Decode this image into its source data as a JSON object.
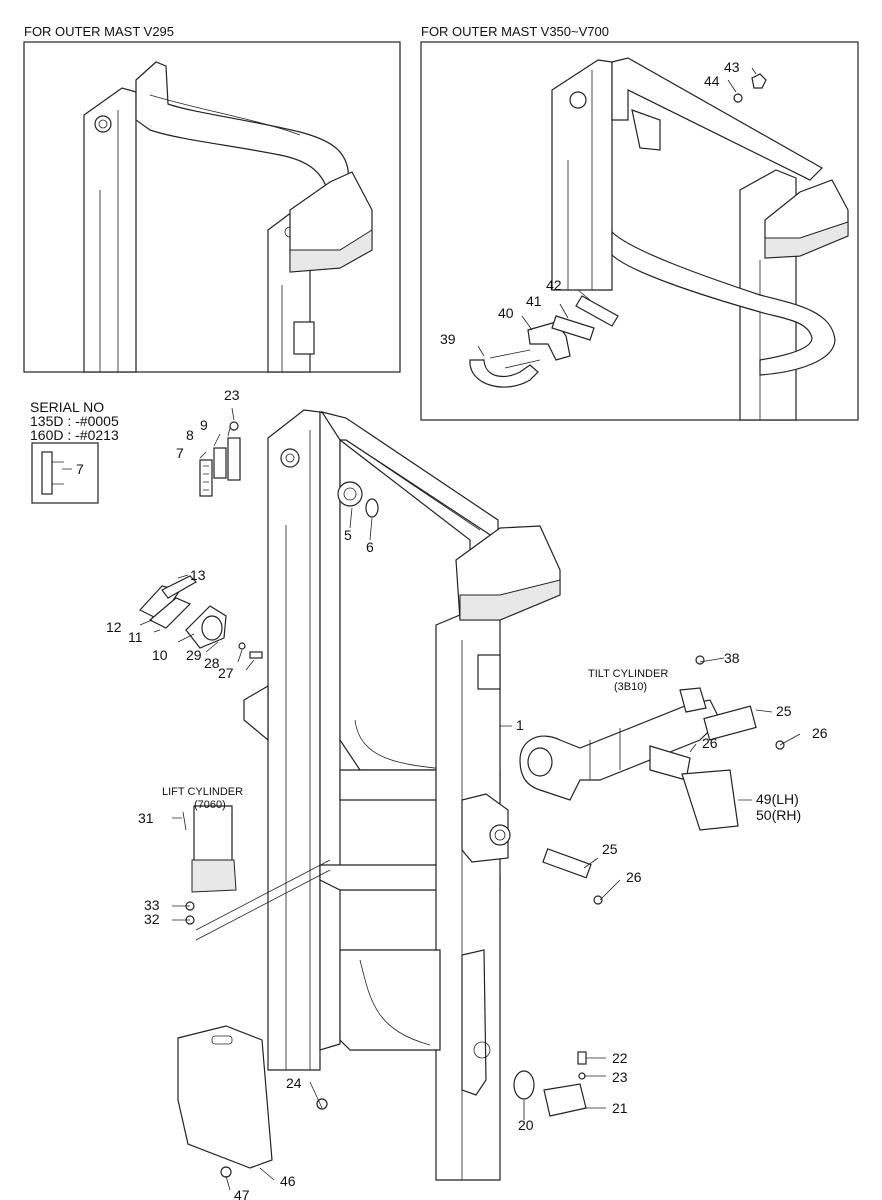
{
  "headers": {
    "left_box": "FOR OUTER MAST V295",
    "right_box": "FOR OUTER MAST V350~V700"
  },
  "serial": {
    "title": "SERIAL NO",
    "line1": "135D : -#0005",
    "line2": "160D : -#0213",
    "part": "7"
  },
  "assembly_labels": {
    "tilt_cylinder": "TILT CYLINDER",
    "tilt_code": "(3B10)",
    "lift_cylinder": "LIFT CYLINDER",
    "lift_code": "(7060)"
  },
  "callouts": {
    "p1": "1",
    "p5": "5",
    "p6": "6",
    "p7": "7",
    "p8": "8",
    "p9": "9",
    "p10": "10",
    "p11": "11",
    "p12": "12",
    "p13": "13",
    "p20": "20",
    "p21": "21",
    "p22": "22",
    "p23a": "23",
    "p23b": "23",
    "p24": "24",
    "p25a": "25",
    "p25b": "25",
    "p26a": "26",
    "p26b": "26",
    "p26c": "26",
    "p27": "27",
    "p28": "28",
    "p29": "29",
    "p31": "31",
    "p32": "32",
    "p33": "33",
    "p38": "38",
    "p39": "39",
    "p40": "40",
    "p41": "41",
    "p42": "42",
    "p43": "43",
    "p44": "44",
    "p46": "46",
    "p47": "47",
    "p49": "49(LH)",
    "p50": "50(RH)"
  }
}
